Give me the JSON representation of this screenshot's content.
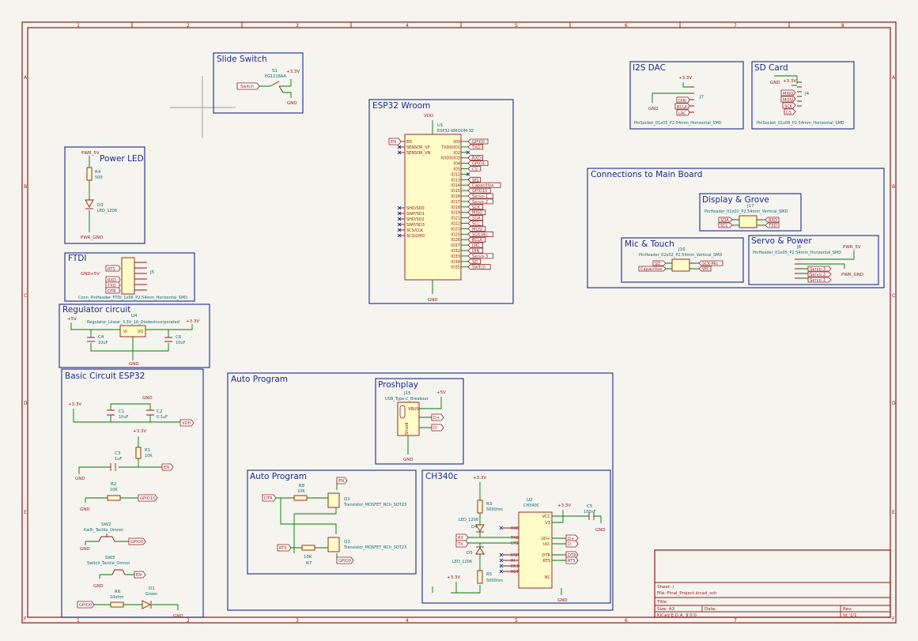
{
  "groups": {
    "slide_switch": "Slide Switch",
    "power_led": "Power LED",
    "ftdi": "FTDI",
    "regulator": "Regulator circuit",
    "basic": "Basic Circuit ESP32",
    "esp32": "ESP32 Wroom",
    "auto_outer": "Auto Program",
    "proshplay": "Proshplay",
    "auto_inner": "Auto Program",
    "ch340c": "CH340c",
    "i2s": "I2S DAC",
    "sdcard": "SD Card",
    "connections": "Connections to Main Board",
    "display": "Display & Grove",
    "mic": "Mic & Touch",
    "servo": "Servo & Power"
  },
  "slide": {
    "ref": "S1",
    "val": "EG1218AA",
    "net": "Switch",
    "pwr": "+3.3V",
    "gnd": "GND"
  },
  "powerled": {
    "pwr": "PWR_5V",
    "r_ref": "R4",
    "r_val": "500",
    "d_ref": "D3",
    "d_val": "LED_1206",
    "gnd": "PWR_GND"
  },
  "ftdi": {
    "gnd": "GND",
    "pwr": "+5V",
    "ref": "J5",
    "fp": "Conn_PinHeader_FTDI_1x06_P2.54mm_Horizontal_SMD",
    "nets": [
      "RTS",
      "RXD",
      "TXD",
      "DTR"
    ]
  },
  "reg": {
    "in": "+5V",
    "out": "+3.3V",
    "ref": "U4",
    "part": "Regulator_Linear_3.3V_1A_DiodesIncorporated",
    "vi": "VI",
    "vo": "VO",
    "c4_ref": "C4",
    "c4_val": "10uF",
    "c6_ref": "C6",
    "c6_val": "10uF",
    "gnd": "GND"
  },
  "basic": {
    "gnd_top": "GND",
    "p33a": "+3.3V",
    "c1_ref": "C1",
    "c1_val": "10uF",
    "c2_ref": "C2",
    "c2_val": "0.1uF",
    "vdd": "VDD",
    "p33b": "+3.3V",
    "c3_ref": "C3",
    "c3_val": "1uF",
    "r1_ref": "R1",
    "r1_val": "10K",
    "en": "EN",
    "gnd2": "GND",
    "r2_ref": "R2",
    "r2_val": "10K",
    "gpio15": "GPIO15",
    "gnd3": "GND",
    "sw2_ref": "SW2",
    "sw2_val": "Kailh_Tactile_Omron",
    "gpio0": "GPIO0",
    "gnd4": "GND",
    "sw3_ref": "SW3",
    "sw3_val": "Switch_Tactile_Omron",
    "en2": "EN",
    "gnd5": "GND",
    "r6_ref": "R6",
    "r6_val": "10ohm",
    "d1_ref": "D1",
    "d1_val": "Green",
    "gpio0b": "GPIO0",
    "gnd6": "GND"
  },
  "esp": {
    "ref": "U1",
    "val": "ESP32-WROOM-32",
    "vdd": "VDD",
    "gnd": "GND",
    "en": "EN",
    "left_pins": [
      "EN",
      "SENSOR_VP",
      "SENSOR_VN",
      "",
      "",
      "",
      "",
      "",
      "",
      "",
      "",
      "",
      "SHD/SD0",
      "SWP/SD1",
      "SHD/SD2",
      "SWP/SD3",
      "SCS/CLK",
      "SCS/CMD"
    ],
    "right_pins": [
      "IO0",
      "TXD0/IO1",
      "IO2",
      "RXD0/IO3",
      "IO4",
      "IO5",
      "IO12",
      "IO13",
      "IO14",
      "IO15",
      "IO16",
      "IO17",
      "IO18",
      "IO19",
      "IO21",
      "IO22",
      "IO23",
      "IO25",
      "IO26",
      "IO27",
      "IO32",
      "IO33",
      "IO34",
      "IO35"
    ],
    "nets": [
      "GPIO0",
      "TXD",
      "",
      "RXD",
      "GPIO4",
      "CS",
      "",
      "WS",
      "Capacitive",
      "GPIO15",
      "Servo-1",
      "Servo-2",
      "SCK",
      "MISO",
      "SDA",
      "SCL",
      "MOSI",
      "SCK-Mic",
      "BCLK",
      "LRC",
      "DIN",
      "Servo-3",
      "SD",
      "Switch"
    ]
  },
  "usb": {
    "ref": "J15",
    "val": "USB_Type-C_Breakout",
    "vbus": "VBUS",
    "pwr": "+5V",
    "shield": "Shield",
    "dp": "D+",
    "dm": "D-",
    "gnd": "GND"
  },
  "auto": {
    "dtr": "DTR",
    "rts": "RTS",
    "r8_ref": "R8",
    "r8_val": "10K",
    "en": "EN",
    "q1_ref": "Q1",
    "q_val": "Transistor_MOSFET_NCh_SOT23",
    "r7_ref": "R7",
    "r7_val": "10K",
    "q2_ref": "Q2",
    "gpio0": "GPIO0"
  },
  "ch": {
    "p33": "+3.3V",
    "r3_ref": "R3",
    "r3_val": "5000hm",
    "d4": "D4",
    "led": "LED_1206",
    "rx": "RX",
    "tx": "TX",
    "d5": "D5",
    "led2": "LED_1206",
    "r5_ref": "R5",
    "r5_val": "5000hm",
    "p33b": "+3.3V",
    "u2_ref": "U2",
    "u2_val": "CH340C",
    "p33c": "+3.3V",
    "c5_ref": "C5",
    "c5_val": "100nF",
    "gnd": "GND",
    "gnd2": "GND",
    "dp": "D+",
    "dm": "D-",
    "dtr": "DTR",
    "rts": "RTS",
    "lpins": [
      "RXD",
      "TXD",
      "CTS",
      "DSR",
      "RI",
      "DCD",
      "RST"
    ],
    "rpins": [
      "VCC",
      "V3",
      "UD+",
      "UD-",
      "DTR",
      "RTS",
      "NC"
    ]
  },
  "i2s": {
    "pwr": "+3.3V",
    "gnd": "GND",
    "ref": "J7",
    "nets": [
      "DIN",
      "BCLK",
      "LRC"
    ],
    "fp": "PinSocket_01x05_P2.54mm_Horizontal_SMD"
  },
  "sd": {
    "gnd": "GND",
    "pwr": "+3.3V",
    "ref": "J4",
    "nets": [
      "MISO",
      "MOSI",
      "SCK",
      "CS"
    ],
    "fp": "PinSocket_01x06_P2.54mm_Horizontal_SMD"
  },
  "disp": {
    "ref": "J17",
    "fp": "PinHeader_02x02_P2.54mm_Vertical_SMD",
    "l": [
      "SDA",
      "SCL"
    ],
    "r": [
      "RXD",
      "TXD"
    ]
  },
  "micj": {
    "ref": "J16",
    "fp": "PinHeader_02x02_P2.54mm_Vertical_SMD",
    "l": [
      "SD",
      "Capacitive"
    ],
    "r": [
      "SCK-Mic",
      "WS"
    ]
  },
  "servoj": {
    "ref": "J8",
    "fp": "PinHeader_01x05_P2.54mm_Horizontal_SMD",
    "pwr": "PWR_5V",
    "gnd": "PWR_GND",
    "nets": [
      "Servo-3",
      "Servo-2",
      "Servo-1"
    ]
  },
  "ruler": {
    "cols": [
      "1",
      "2",
      "3",
      "4",
      "5",
      "6",
      "7",
      "8"
    ],
    "rows": [
      "A",
      "B",
      "C",
      "D",
      "E",
      "F"
    ]
  },
  "titleblock": {
    "sheet": "Sheet: /",
    "file": "File: Final_Project.kicad_sch",
    "title": "Title:",
    "size": "Size: A3",
    "date": "Date:",
    "rev": "Rev:",
    "tool": "KiCad E.D.A. 9.0.0",
    "id": "Id: 1/1"
  }
}
